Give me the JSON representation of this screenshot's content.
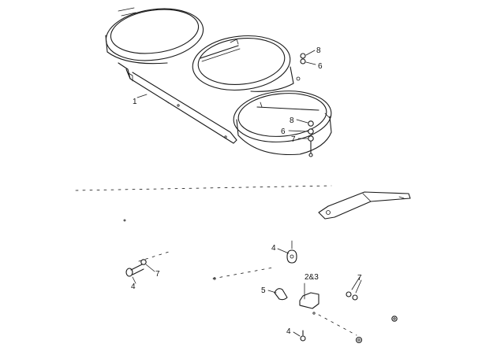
{
  "labels": {
    "part_1": "1",
    "part_8_top": "8",
    "part_6_top": "6",
    "part_8_mid": "8",
    "part_6_mid": "6",
    "part_7_mid": "7",
    "part_4_left": "4",
    "part_7_left": "7",
    "part_4_center": "4",
    "part_2_3": "2&3",
    "part_5": "5",
    "part_7_right": "7",
    "part_4_bottom": "4"
  }
}
